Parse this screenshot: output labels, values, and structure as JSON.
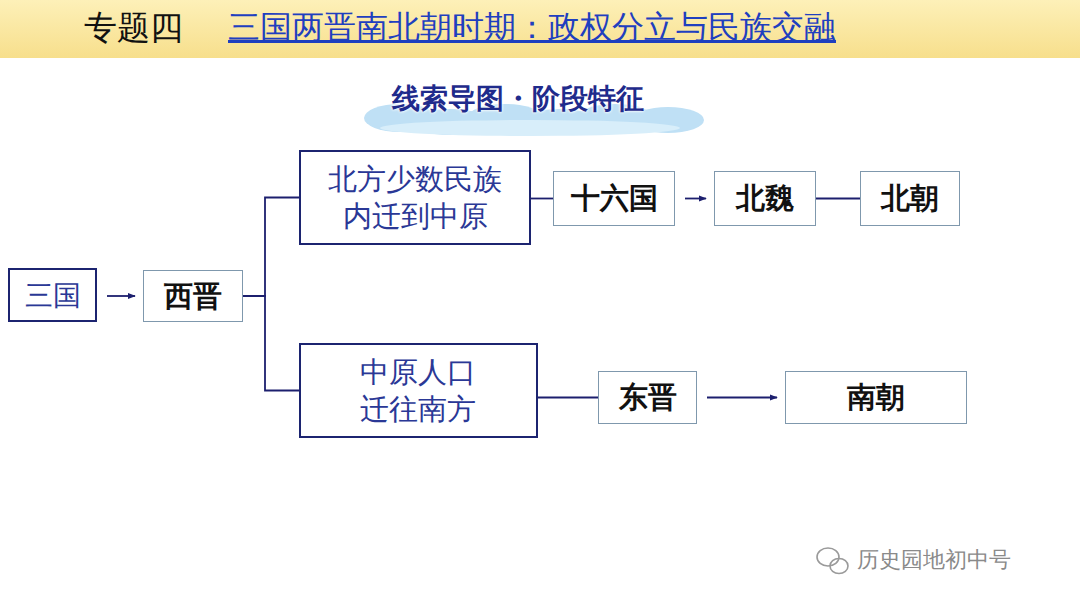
{
  "diagram": {
    "title": "三国两晋南北朝时期：政权分立与民族交融",
    "nodes": [
      {
        "text": [
          "三国"
        ]
      },
      {
        "text": [
          "西晋"
        ]
      },
      {
        "text": [
          "北方少数民族 内迁到中原"
        ]
      },
      {
        "text": [
          "十六国"
        ]
      },
      {
        "text": [
          "北魏"
        ]
      },
      {
        "text": [
          "北朝"
        ]
      },
      {
        "text": [
          "中原人口 迁往南方"
        ]
      },
      {
        "text": [
          "东晋"
        ]
      },
      {
        "text": [
          "南朝"
        ]
      }
    ],
    "edges": [
      {
        "from": 0,
        "to": 1,
        "arrow": "to"
      },
      {
        "from": 1,
        "to": 2,
        "arrow": "none"
      },
      {
        "from": 1,
        "to": 6,
        "arrow": "none"
      },
      {
        "from": 2,
        "to": 3,
        "arrow": "none"
      },
      {
        "from": 3,
        "to": 4,
        "arrow": "to"
      },
      {
        "from": 4,
        "to": 5,
        "arrow": "none"
      },
      {
        "from": 6,
        "to": 7,
        "arrow": "none"
      },
      {
        "from": 7,
        "to": 8,
        "arrow": "to"
      }
    ],
    "labels": [
      "专题四",
      "线索导图・阶段特征",
      "历史园地初中号"
    ]
  }
}
